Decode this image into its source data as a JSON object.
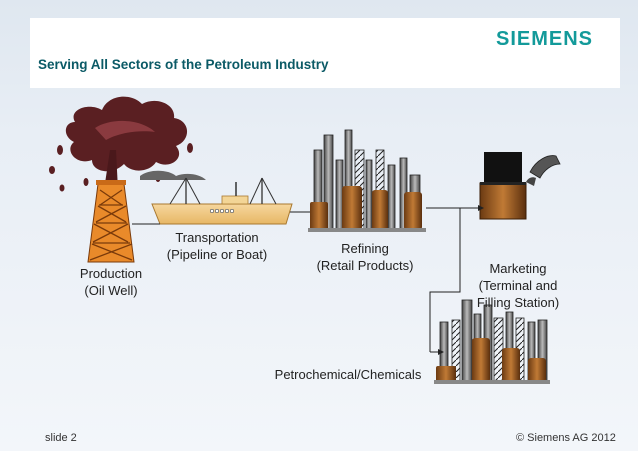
{
  "brand": {
    "logo_text": "SIEMENS",
    "accent": "#139a9a",
    "title_color": "#0b5a66"
  },
  "slide": {
    "title": "Serving All Sectors of the Petroleum Industry",
    "footer_left": "slide 2",
    "footer_right": "© Siemens AG 2012"
  },
  "stages": {
    "production": {
      "line1": "Production",
      "line2": "(Oil Well)"
    },
    "transportation": {
      "line1": "Transportation",
      "line2": "(Pipeline or Boat)"
    },
    "refining": {
      "line1": "Refining",
      "line2": "(Retail Products)"
    },
    "marketing": {
      "line1": "Marketing",
      "line2": "(Terminal and",
      "line3": "Filling Station)"
    },
    "petrochemical": {
      "line1": "Petrochemical/Chemicals"
    }
  },
  "icons": [
    "oil-gusher-icon",
    "oil-derrick-icon",
    "tanker-ship-icon",
    "refinery-icon",
    "storage-tank-icon",
    "fuel-nozzle-icon",
    "chemical-plant-icon"
  ]
}
